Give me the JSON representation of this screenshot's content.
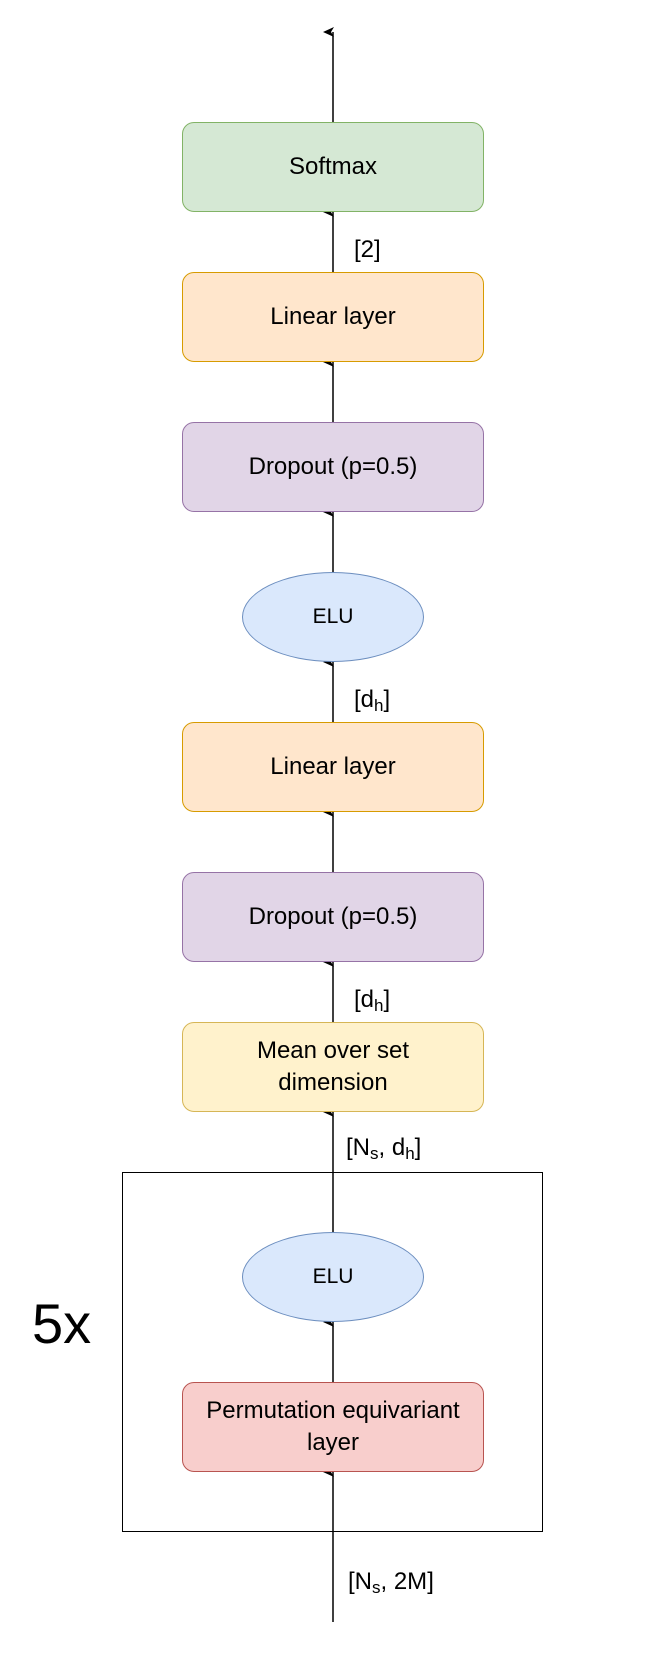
{
  "nodes": {
    "softmax": "Softmax",
    "linear_top": "Linear layer",
    "dropout_top": "Dropout (p=0.5)",
    "elu_top": "ELU",
    "linear_mid": "Linear layer",
    "dropout_mid": "Dropout (p=0.5)",
    "mean_line1": "Mean over set",
    "mean_line2": "dimension",
    "elu_bottom": "ELU",
    "perm_line1": "Permutation equivariant",
    "perm_line2": "layer"
  },
  "edge_labels": {
    "linear_to_softmax": {
      "text": "[2]"
    },
    "linear_to_elu": {
      "base": "[d",
      "sub": "h",
      "close": "]"
    },
    "mean_to_dropout": {
      "base": "[d",
      "sub": "h",
      "close": "]"
    },
    "group_to_mean": {
      "base1": "[N",
      "sub1": "s",
      "mid": ", d",
      "sub2": "h",
      "close": "]"
    },
    "input": {
      "base1": "[N",
      "sub1": "s",
      "mid": ", 2M",
      "close": "]"
    }
  },
  "repeat_label": "5x",
  "colors": {
    "green_fill": "#d5e8d4",
    "green_stroke": "#82b366",
    "orange_fill": "#ffe6cc",
    "orange_stroke": "#d79b00",
    "purple_fill": "#e1d5e7",
    "purple_stroke": "#9673a6",
    "yellow_fill": "#fff2cc",
    "yellow_stroke": "#d6b656",
    "red_fill": "#f8cecc",
    "red_stroke": "#b85450",
    "blue_fill": "#dae8fc",
    "blue_stroke": "#6c8ebf"
  }
}
